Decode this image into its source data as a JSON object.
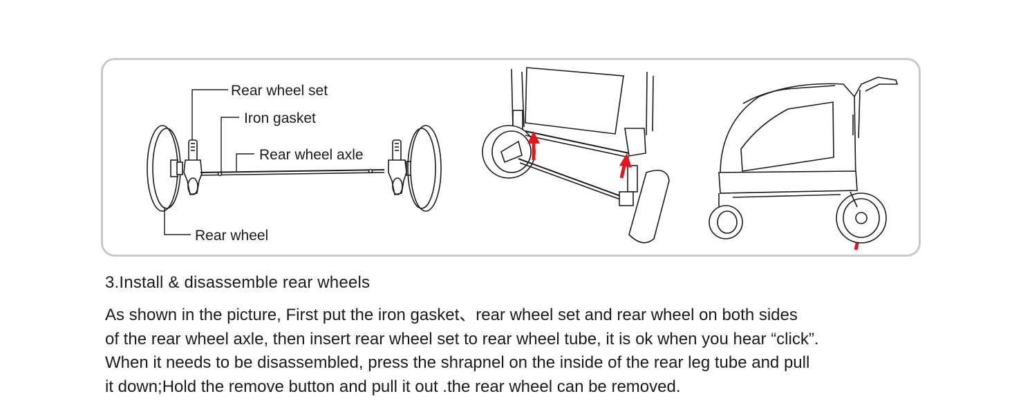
{
  "labels": {
    "rear_wheel_set": "Rear wheel set",
    "iron_gasket": "Iron gasket",
    "rear_wheel_axle": "Rear wheel axle",
    "rear_wheel": "Rear wheel"
  },
  "section": {
    "heading": "3.Install & disassemble rear wheels",
    "lines": [
      "As shown in the picture, First put the iron gasket、rear wheel set and rear wheel on both sides",
      "of the rear wheel axle, then insert rear wheel set to rear wheel tube, it is ok when you hear “click”.",
      "When it needs to be disassembled, press the shrapnel on the inside of the rear leg tube and pull",
      "it down;Hold the remove button and pull it out .the rear wheel can be removed."
    ]
  },
  "colors": {
    "arrow": "#e8141c",
    "line": "#1a1a1a",
    "panel_border": "#c8c8c8"
  }
}
